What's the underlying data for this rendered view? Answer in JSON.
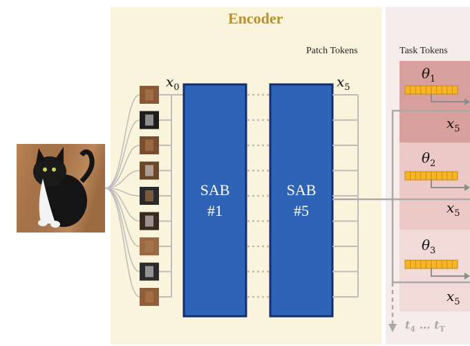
{
  "encoder": {
    "title": "Encoder",
    "patch_tokens_label": "Patch Tokens",
    "input_label": {
      "base": "x",
      "sub": "0"
    },
    "output_label": {
      "base": "x",
      "sub": "5"
    },
    "blocks": [
      {
        "line1": "SAB",
        "line2": "#1"
      },
      {
        "line1": "SAB",
        "line2": "#5"
      }
    ],
    "block_color": "#2f63b5",
    "panel_color": "#fbf4dc",
    "title_color": "#b8902f"
  },
  "tasks": {
    "title": "Task Tokens",
    "params": [
      {
        "base": "θ",
        "sub": "1"
      },
      {
        "base": "θ",
        "sub": "2"
      },
      {
        "base": "θ",
        "sub": "3"
      }
    ],
    "output_label": {
      "base": "x",
      "sub": "5"
    },
    "tail": {
      "t4": "t",
      "t4_sub": "4",
      "dots": "…",
      "tT": "t",
      "tT_sub": "T"
    },
    "token_color": "#f6b427",
    "panel_colors": [
      "#d8a09c",
      "#ecc9c6",
      "#f1dad8"
    ]
  },
  "input_image": {
    "subject": "black-and-white cat on wooden floor"
  }
}
